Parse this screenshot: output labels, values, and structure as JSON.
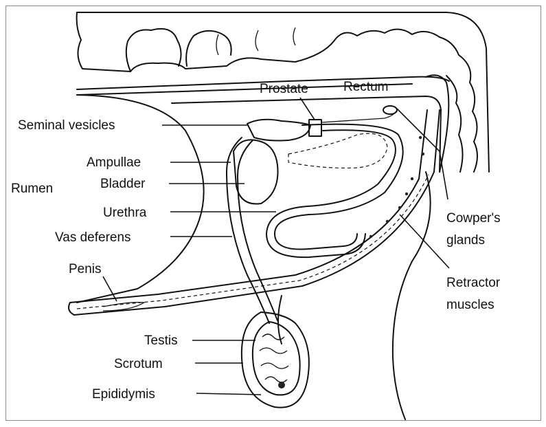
{
  "labels": {
    "prostate": "Prostate",
    "rectum": "Rectum",
    "seminal_vesicles": "Seminal vesicles",
    "ampullae": "Ampullae",
    "rumen": "Rumen",
    "bladder": "Bladder",
    "urethra": "Urethra",
    "vas_deferens": "Vas deferens",
    "penis": "Penis",
    "testis": "Testis",
    "scrotum": "Scrotum",
    "epididymis": "Epididymis",
    "cowpers_line1": "Cowper's",
    "cowpers_line2": "glands",
    "retractor_line1": "Retractor",
    "retractor_line2": "muscles"
  },
  "colors": {
    "ink": "#111111",
    "background": "#ffffff",
    "frame": "#8a8a8a"
  }
}
